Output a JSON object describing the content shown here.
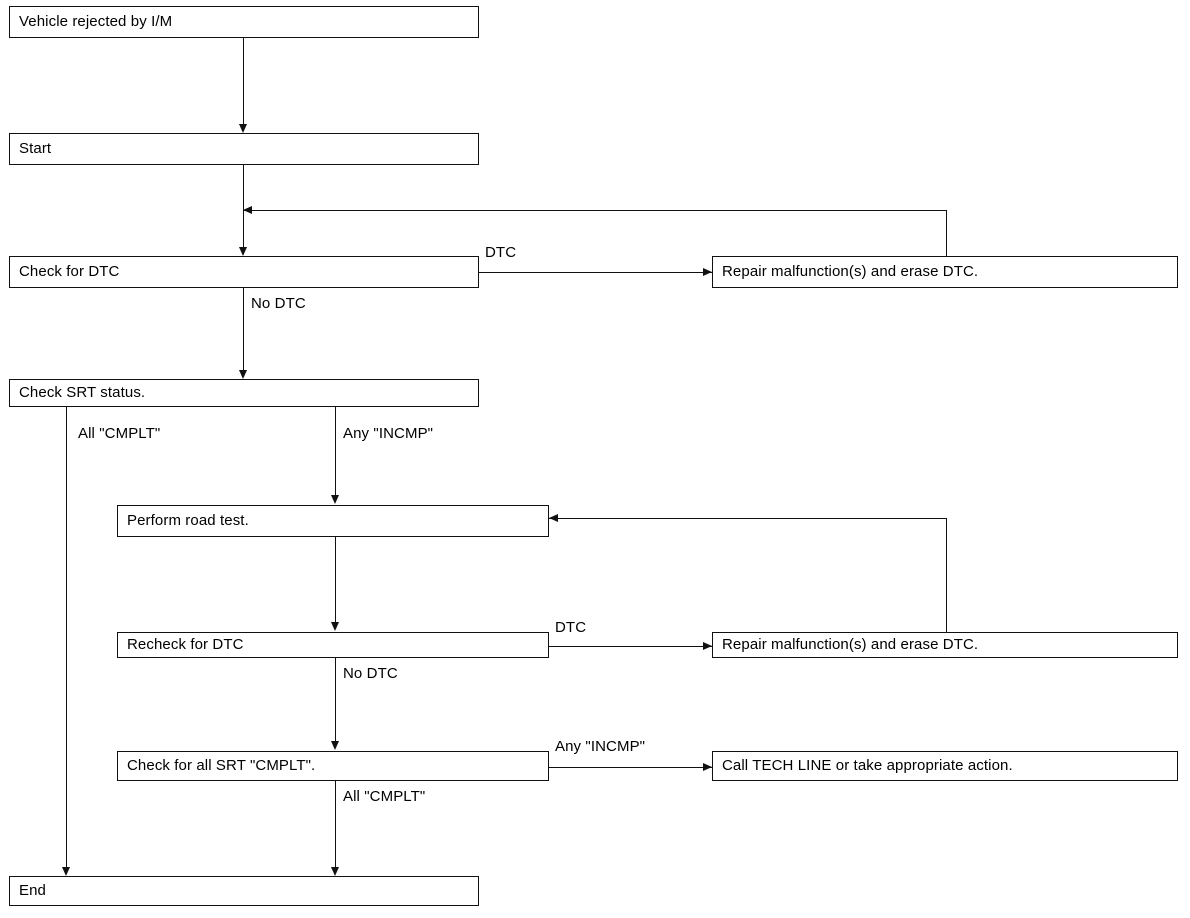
{
  "diagram": {
    "title": "Vehicle I/M rejection diagnostic flowchart",
    "line_color": "#111111",
    "background_color": "#ffffff",
    "nodes": [
      {
        "id": "vehicle_rejected",
        "label": "Vehicle rejected by I/M"
      },
      {
        "id": "start",
        "label": "Start"
      },
      {
        "id": "check_dtc",
        "label": "Check for DTC"
      },
      {
        "id": "repair_1",
        "label": "Repair malfunction(s) and erase DTC."
      },
      {
        "id": "check_srt",
        "label": "Check SRT status."
      },
      {
        "id": "road_test",
        "label": "Perform road test."
      },
      {
        "id": "recheck_dtc",
        "label": "Recheck for DTC"
      },
      {
        "id": "repair_2",
        "label": "Repair malfunction(s) and erase DTC."
      },
      {
        "id": "check_all_srt",
        "label": "Check for all SRT \"CMPLT\"."
      },
      {
        "id": "tech_line",
        "label": "Call TECH LINE or take appropriate action."
      },
      {
        "id": "end",
        "label": "End"
      }
    ],
    "edge_labels": [
      {
        "id": "dtc_1",
        "text": "DTC"
      },
      {
        "id": "no_dtc_1",
        "text": "No DTC"
      },
      {
        "id": "all_cmplt_1",
        "text": "All \"CMPLT\""
      },
      {
        "id": "any_incmp_1",
        "text": "Any \"INCMP\""
      },
      {
        "id": "dtc_2",
        "text": "DTC"
      },
      {
        "id": "no_dtc_2",
        "text": "No DTC"
      },
      {
        "id": "any_incmp_2",
        "text": "Any \"INCMP\""
      },
      {
        "id": "all_cmplt_2",
        "text": "All \"CMPLT\""
      }
    ]
  }
}
